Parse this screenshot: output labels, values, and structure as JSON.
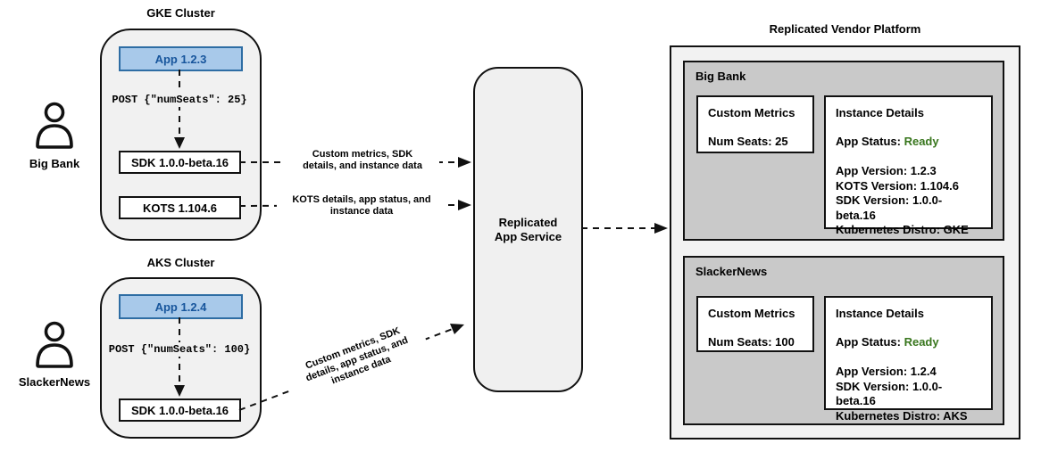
{
  "colors": {
    "app_box_fill": "#a8c9ea",
    "app_box_border": "#2e6da4",
    "app_box_text": "#17559c",
    "status_ready_green": "#38761d",
    "customer_section_gray": "#c9c9c9",
    "cluster_fill": "#f1f1f1"
  },
  "customers": [
    {
      "name": "Big Bank"
    },
    {
      "name": "SlackerNews"
    }
  ],
  "clusters": [
    {
      "title": "GKE Cluster",
      "app_label": "App 1.2.3",
      "post_label": "POST {\"numSeats\": 25}",
      "boxes": [
        "SDK 1.0.0-beta.16",
        "KOTS 1.104.6"
      ]
    },
    {
      "title": "AKS Cluster",
      "app_label": "App 1.2.4",
      "post_label": "POST {\"numSeats\": 100}",
      "boxes": [
        "SDK 1.0.0-beta.16"
      ]
    }
  ],
  "arrows": [
    {
      "lines": [
        "Custom metrics, SDK",
        "details, and instance data"
      ]
    },
    {
      "lines": [
        "KOTS details, app status, and",
        "instance data"
      ]
    },
    {
      "lines": [
        "Custom metrics, SDK",
        "details, app status, and",
        "instance data"
      ]
    }
  ],
  "service": {
    "lines": [
      "Replicated",
      "App Service"
    ]
  },
  "platform": {
    "title": "Replicated Vendor Platform",
    "customers": [
      {
        "name": "Big Bank",
        "custom_metrics": {
          "title": "Custom Metrics",
          "metric": "Num Seats: 25"
        },
        "instance_details": {
          "title": "Instance Details",
          "app_status_label": "App Status:",
          "app_status_value": "Ready",
          "lines": [
            "App Version: 1.2.3",
            "KOTS Version: 1.104.6",
            "SDK Version: 1.0.0-beta.16",
            "Kubernetes Distro: GKE"
          ]
        }
      },
      {
        "name": "SlackerNews",
        "custom_metrics": {
          "title": "Custom Metrics",
          "metric": "Num Seats: 100"
        },
        "instance_details": {
          "title": "Instance Details",
          "app_status_label": "App Status:",
          "app_status_value": "Ready",
          "lines": [
            "App Version: 1.2.4",
            "SDK Version: 1.0.0-beta.16",
            "Kubernetes Distro: AKS"
          ]
        }
      }
    ]
  }
}
